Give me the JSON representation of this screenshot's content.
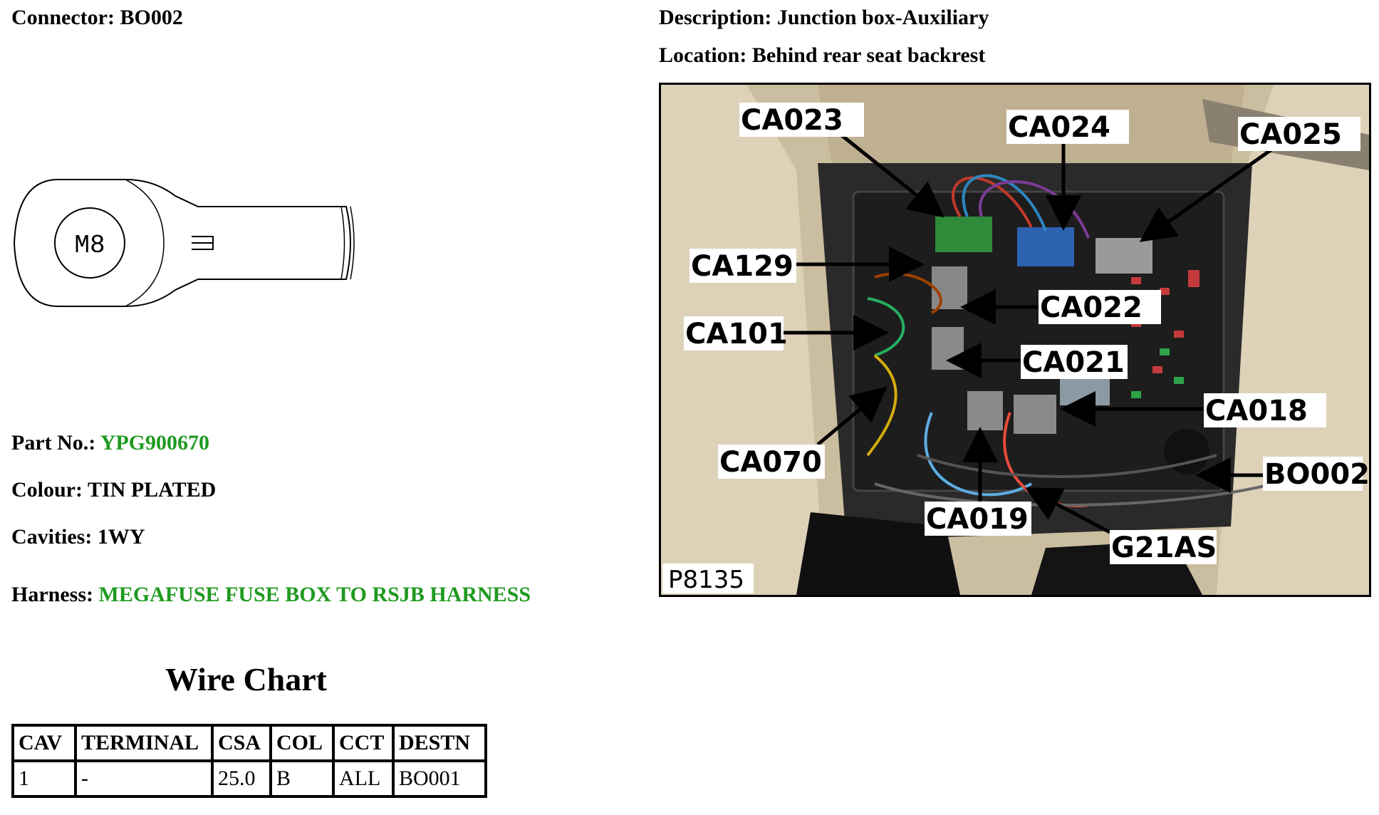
{
  "connector": {
    "label": "Connector:",
    "value": "BO002"
  },
  "description": {
    "label": "Description:",
    "value": "Junction box-Auxiliary"
  },
  "location": {
    "label": "Location:",
    "value": "Behind rear seat backrest"
  },
  "terminal": {
    "stud_size": "M8"
  },
  "part_no": {
    "label": "Part No.:",
    "value": "YPG900670"
  },
  "colour": {
    "label": "Colour:",
    "value": "TIN PLATED"
  },
  "cavities": {
    "label": "Cavities:",
    "value": "1WY"
  },
  "harness": {
    "label": "Harness:",
    "value": "MEGAFUSE FUSE BOX TO RSJB HARNESS"
  },
  "wire_chart": {
    "title": "Wire Chart",
    "headers": [
      "CAV",
      "TERMINAL",
      "CSA",
      "COL",
      "CCT",
      "DESTN"
    ],
    "rows": [
      [
        "1",
        "-",
        "25.0",
        "B",
        "ALL",
        "BO001"
      ]
    ]
  },
  "photo": {
    "id": "P8135",
    "callouts": {
      "ca023": "CA023",
      "ca024": "CA024",
      "ca025": "CA025",
      "ca129": "CA129",
      "ca022": "CA022",
      "ca101": "CA101",
      "ca021": "CA021",
      "ca018": "CA018",
      "ca070": "CA070",
      "bo002": "BO002",
      "ca019": "CA019",
      "g21as": "G21AS"
    }
  },
  "colors": {
    "green_text": "#1f9a1f"
  }
}
